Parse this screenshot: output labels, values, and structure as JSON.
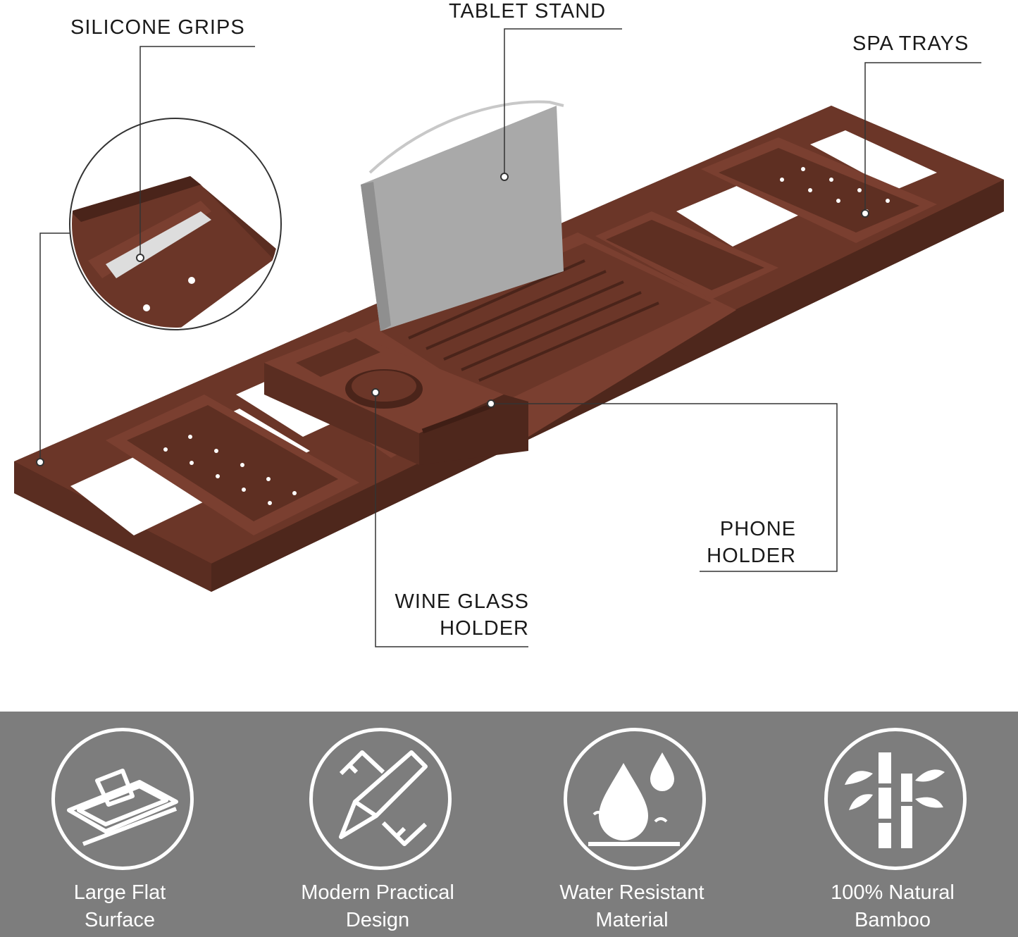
{
  "callouts": {
    "silicone_grips": "SILICONE GRIPS",
    "tablet_stand": "TABLET STAND",
    "spa_trays": "SPA TRAYS",
    "phone_holder_line1": "PHONE",
    "phone_holder_line2": "HOLDER",
    "wine_glass_line1": "WINE GLASS",
    "wine_glass_line2": "HOLDER"
  },
  "features": [
    {
      "line1": "Large Flat",
      "line2": "Surface",
      "icon": "flat-surface-icon"
    },
    {
      "line1": "Modern Practical",
      "line2": "Design",
      "icon": "pencil-ruler-icon"
    },
    {
      "line1": "Water Resistant",
      "line2": "Material",
      "icon": "water-drop-icon"
    },
    {
      "line1": "100% Natural",
      "line2": "Bamboo",
      "icon": "bamboo-icon"
    }
  ],
  "colors": {
    "wood": "#5e2f22",
    "wood_light": "#7a3f30",
    "band": "#7d7d7d",
    "tablet_fabric": "#a9a9a9"
  }
}
